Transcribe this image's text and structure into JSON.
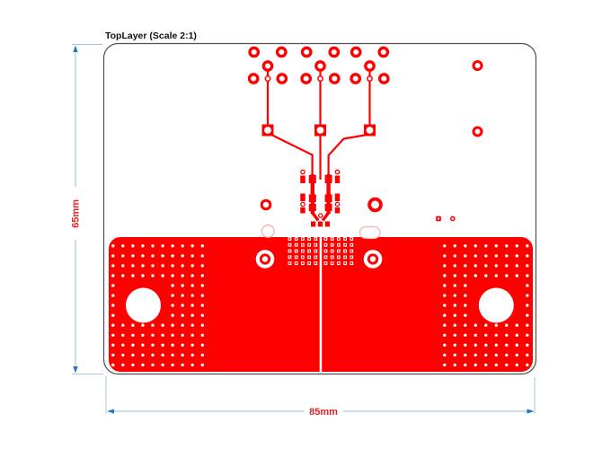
{
  "viewer": {
    "layer_title": "TopLayer (Scale 2:1)"
  },
  "dimensions": {
    "vertical_label": "65mm",
    "horizontal_label": "85mm"
  },
  "colors": {
    "copper": "#ff0000",
    "board_outline": "#4f4f4f",
    "dimension_line": "#a6c8e4",
    "dimension_arrow": "#2d74b8",
    "dimension_text": "#e32222",
    "component_outline_pink": "#f5b0b0",
    "title_text": "#111111",
    "background": "#ffffff"
  }
}
